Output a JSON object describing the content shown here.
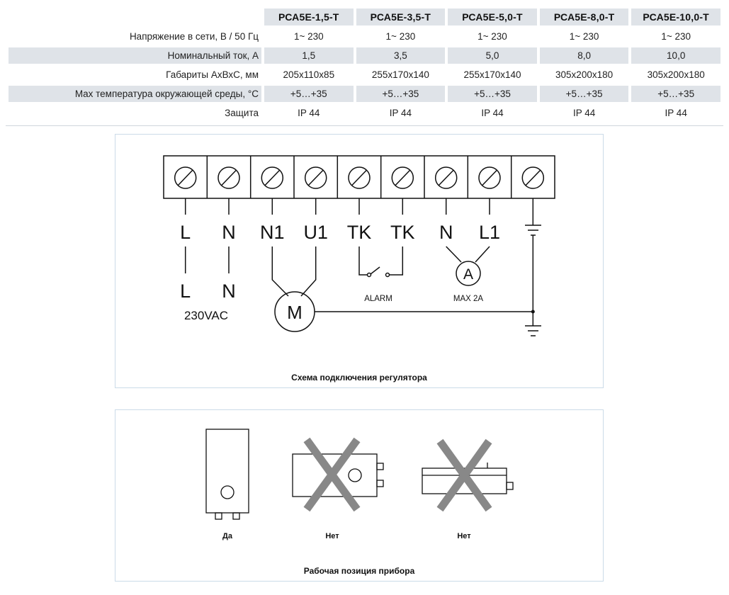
{
  "table": {
    "headers": [
      "",
      "РСА5Е-1,5-Т",
      "РСА5Е-3,5-Т",
      "РСА5Е-5,0-Т",
      "РСА5Е-8,0-Т",
      "РСА5Е-10,0-Т"
    ],
    "rows": [
      {
        "label": "Напряжение в сети, В / 50 Гц",
        "values": [
          "1~ 230",
          "1~ 230",
          "1~ 230",
          "1~ 230",
          "1~ 230"
        ]
      },
      {
        "label": "Номинальный ток, А",
        "values": [
          "1,5",
          "3,5",
          "5,0",
          "8,0",
          "10,0"
        ]
      },
      {
        "label": "Габариты АхВхС, мм",
        "values": [
          "205x110x85",
          "255x170x140",
          "255x170x140",
          "305x200x180",
          "305x200x180"
        ]
      },
      {
        "label": "Max температура окружающей среды, °С",
        "values": [
          "+5…+35",
          "+5…+35",
          "+5…+35",
          "+5…+35",
          "+5…+35"
        ]
      },
      {
        "label": "Защита",
        "values": [
          "IP 44",
          "IP 44",
          "IP 44",
          "IP 44",
          "IP 44"
        ]
      }
    ]
  },
  "wiring": {
    "terminals": [
      "L",
      "N",
      "N1",
      "U1",
      "TK",
      "TK",
      "N",
      "L1",
      ""
    ],
    "supply_labels": [
      "L",
      "N"
    ],
    "supply_voltage": "230VAC",
    "motor": "M",
    "ammeter": "A",
    "alarm": "ALARM",
    "max_current": "MAX 2A",
    "caption": "Схема подключения регулятора"
  },
  "positions": {
    "items": [
      {
        "label": "Да"
      },
      {
        "label": "Нет"
      },
      {
        "label": "Нет"
      }
    ],
    "caption": "Рабочая позиция прибора"
  },
  "colors": {
    "header_bg": "#dfe3e8",
    "panel_border": "#cbdbe8",
    "cross": "#888888"
  }
}
